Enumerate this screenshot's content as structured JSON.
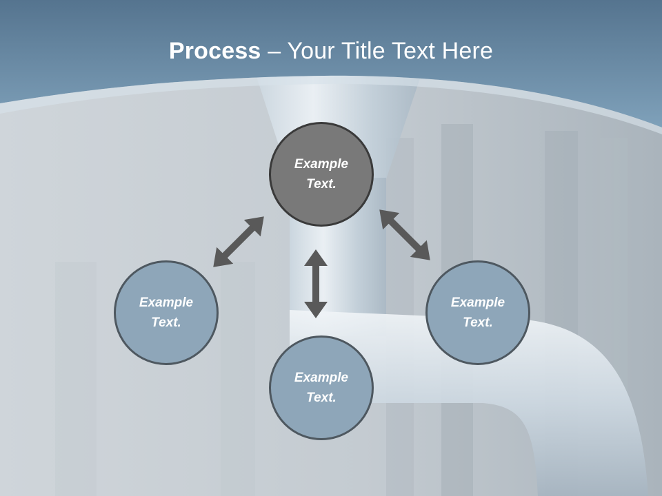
{
  "slide": {
    "title_bold": "Process",
    "title_rest": " – Your Title Text Here"
  },
  "nodes": {
    "top": "Example Text.",
    "left": "Example Text.",
    "bottom": "Example Text.",
    "right": "Example Text."
  },
  "colors": {
    "header_blue": "#6f93ad",
    "node_dark": "#797979",
    "node_light": "#8ea6b9",
    "arrow": "#595959"
  }
}
